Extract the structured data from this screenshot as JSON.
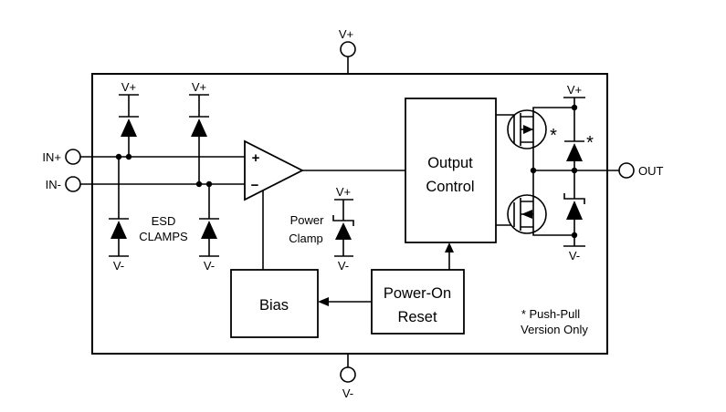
{
  "pins": {
    "vplus": {
      "label": "V+"
    },
    "vminus": {
      "label": "V-"
    },
    "in_plus": {
      "label": "IN+"
    },
    "in_minus": {
      "label": "IN-"
    },
    "out": {
      "label": "OUT"
    }
  },
  "rails": {
    "vplus": "V+",
    "vminus": "V-"
  },
  "opamp": {
    "plus_input": "+",
    "minus_input": "−"
  },
  "blocks": {
    "output_control": {
      "line1": "Output",
      "line2": "Control"
    },
    "bias": {
      "label": "Bias"
    },
    "power_on_reset": {
      "line1": "Power-On",
      "line2": "Reset"
    }
  },
  "annotations": {
    "esd_clamps": {
      "line1": "ESD",
      "line2": "CLAMPS"
    },
    "power_clamp": {
      "line1": "Power",
      "line2": "Clamp"
    },
    "pushpull_note": {
      "line1": "* Push-Pull",
      "line2": "Version Only"
    },
    "pmos_asterisk": "*",
    "diode_asterisk": "*"
  },
  "colors": {
    "stroke": "#000000",
    "background": "#ffffff"
  }
}
